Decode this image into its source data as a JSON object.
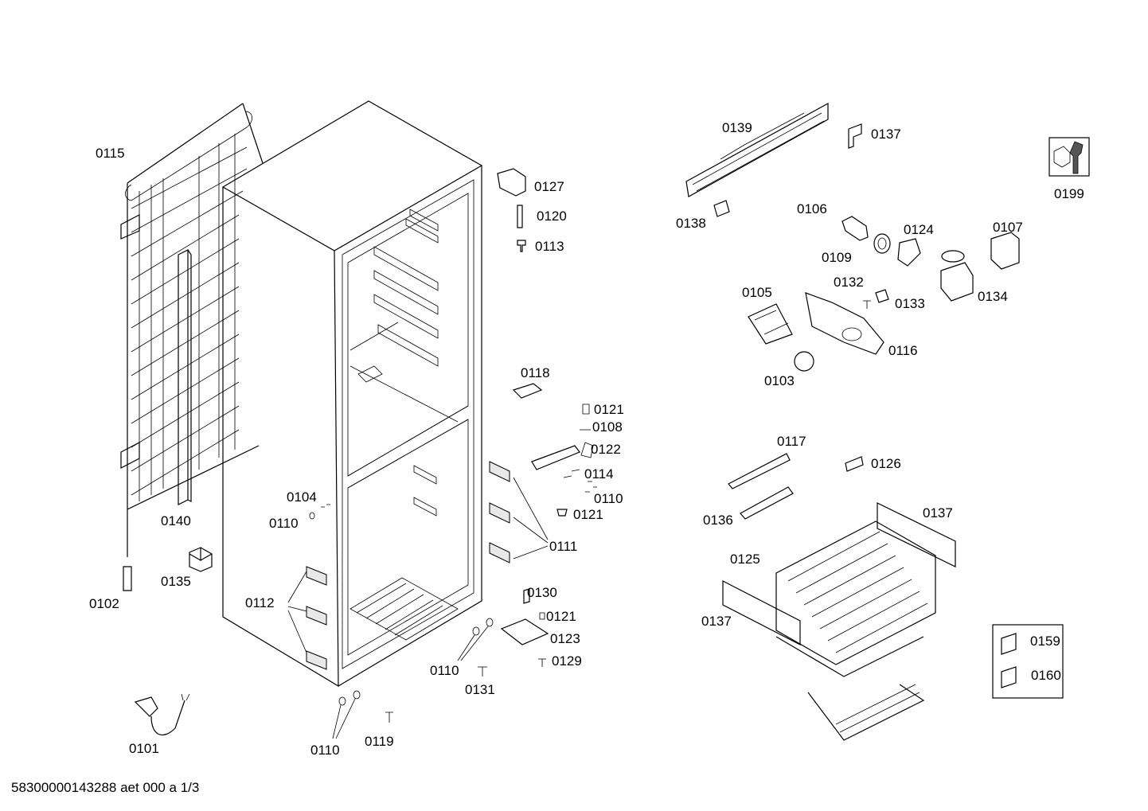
{
  "parts": {
    "p0115": "0115",
    "p0140": "0140",
    "p0102": "0102",
    "p0135": "0135",
    "p0101": "0101",
    "p0104": "0104",
    "p0110_a": "0110",
    "p0112": "0112",
    "p0110_b": "0110",
    "p0119": "0119",
    "p0127": "0127",
    "p0120": "0120",
    "p0113": "0113",
    "p0118": "0118",
    "p0121_a": "0121",
    "p0108": "0108",
    "p0122": "0122",
    "p0114": "0114",
    "p0110_c": "0110",
    "p0121_b": "0121",
    "p0111": "0111",
    "p0130": "0130",
    "p0121_c": "0121",
    "p0123": "0123",
    "p0129": "0129",
    "p0110_d": "0110",
    "p0131": "0131",
    "p0139": "0139",
    "p0137_a": "0137",
    "p0138": "0138",
    "p0199": "0199",
    "p0106": "0106",
    "p0124": "0124",
    "p0107": "0107",
    "p0109": "0109",
    "p0132": "0132",
    "p0133": "0133",
    "p0134": "0134",
    "p0105": "0105",
    "p0116": "0116",
    "p0103": "0103",
    "p0117": "0117",
    "p0126": "0126",
    "p0136": "0136",
    "p0137_b": "0137",
    "p0125": "0125",
    "p0137_c": "0137",
    "p0159": "0159",
    "p0160": "0160"
  },
  "footer": {
    "doc_id": "58300000143288 aet 000 a 1/3"
  }
}
